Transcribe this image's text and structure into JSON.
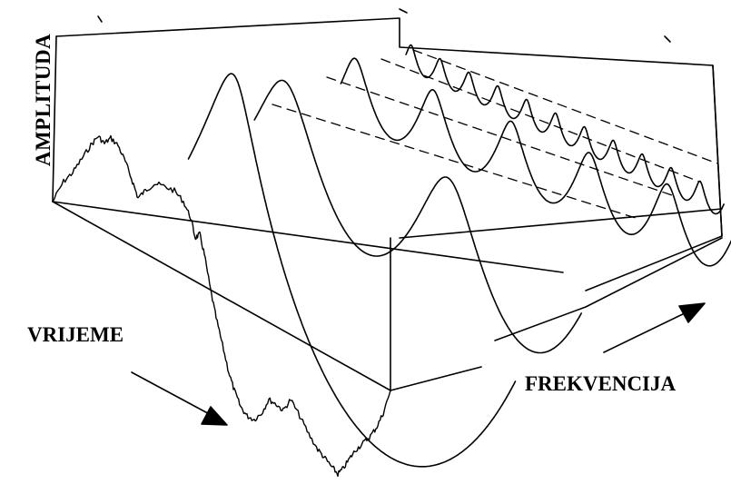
{
  "labels": {
    "amplitude": "AMPLITUDA",
    "time": "VRIJEME",
    "frequency": "FREKVENCIJA"
  },
  "colors": {
    "ink": "#000000",
    "background": "#ffffff"
  },
  "components": {
    "count": 4,
    "relative_frequencies": [
      1,
      2,
      3,
      6
    ]
  }
}
